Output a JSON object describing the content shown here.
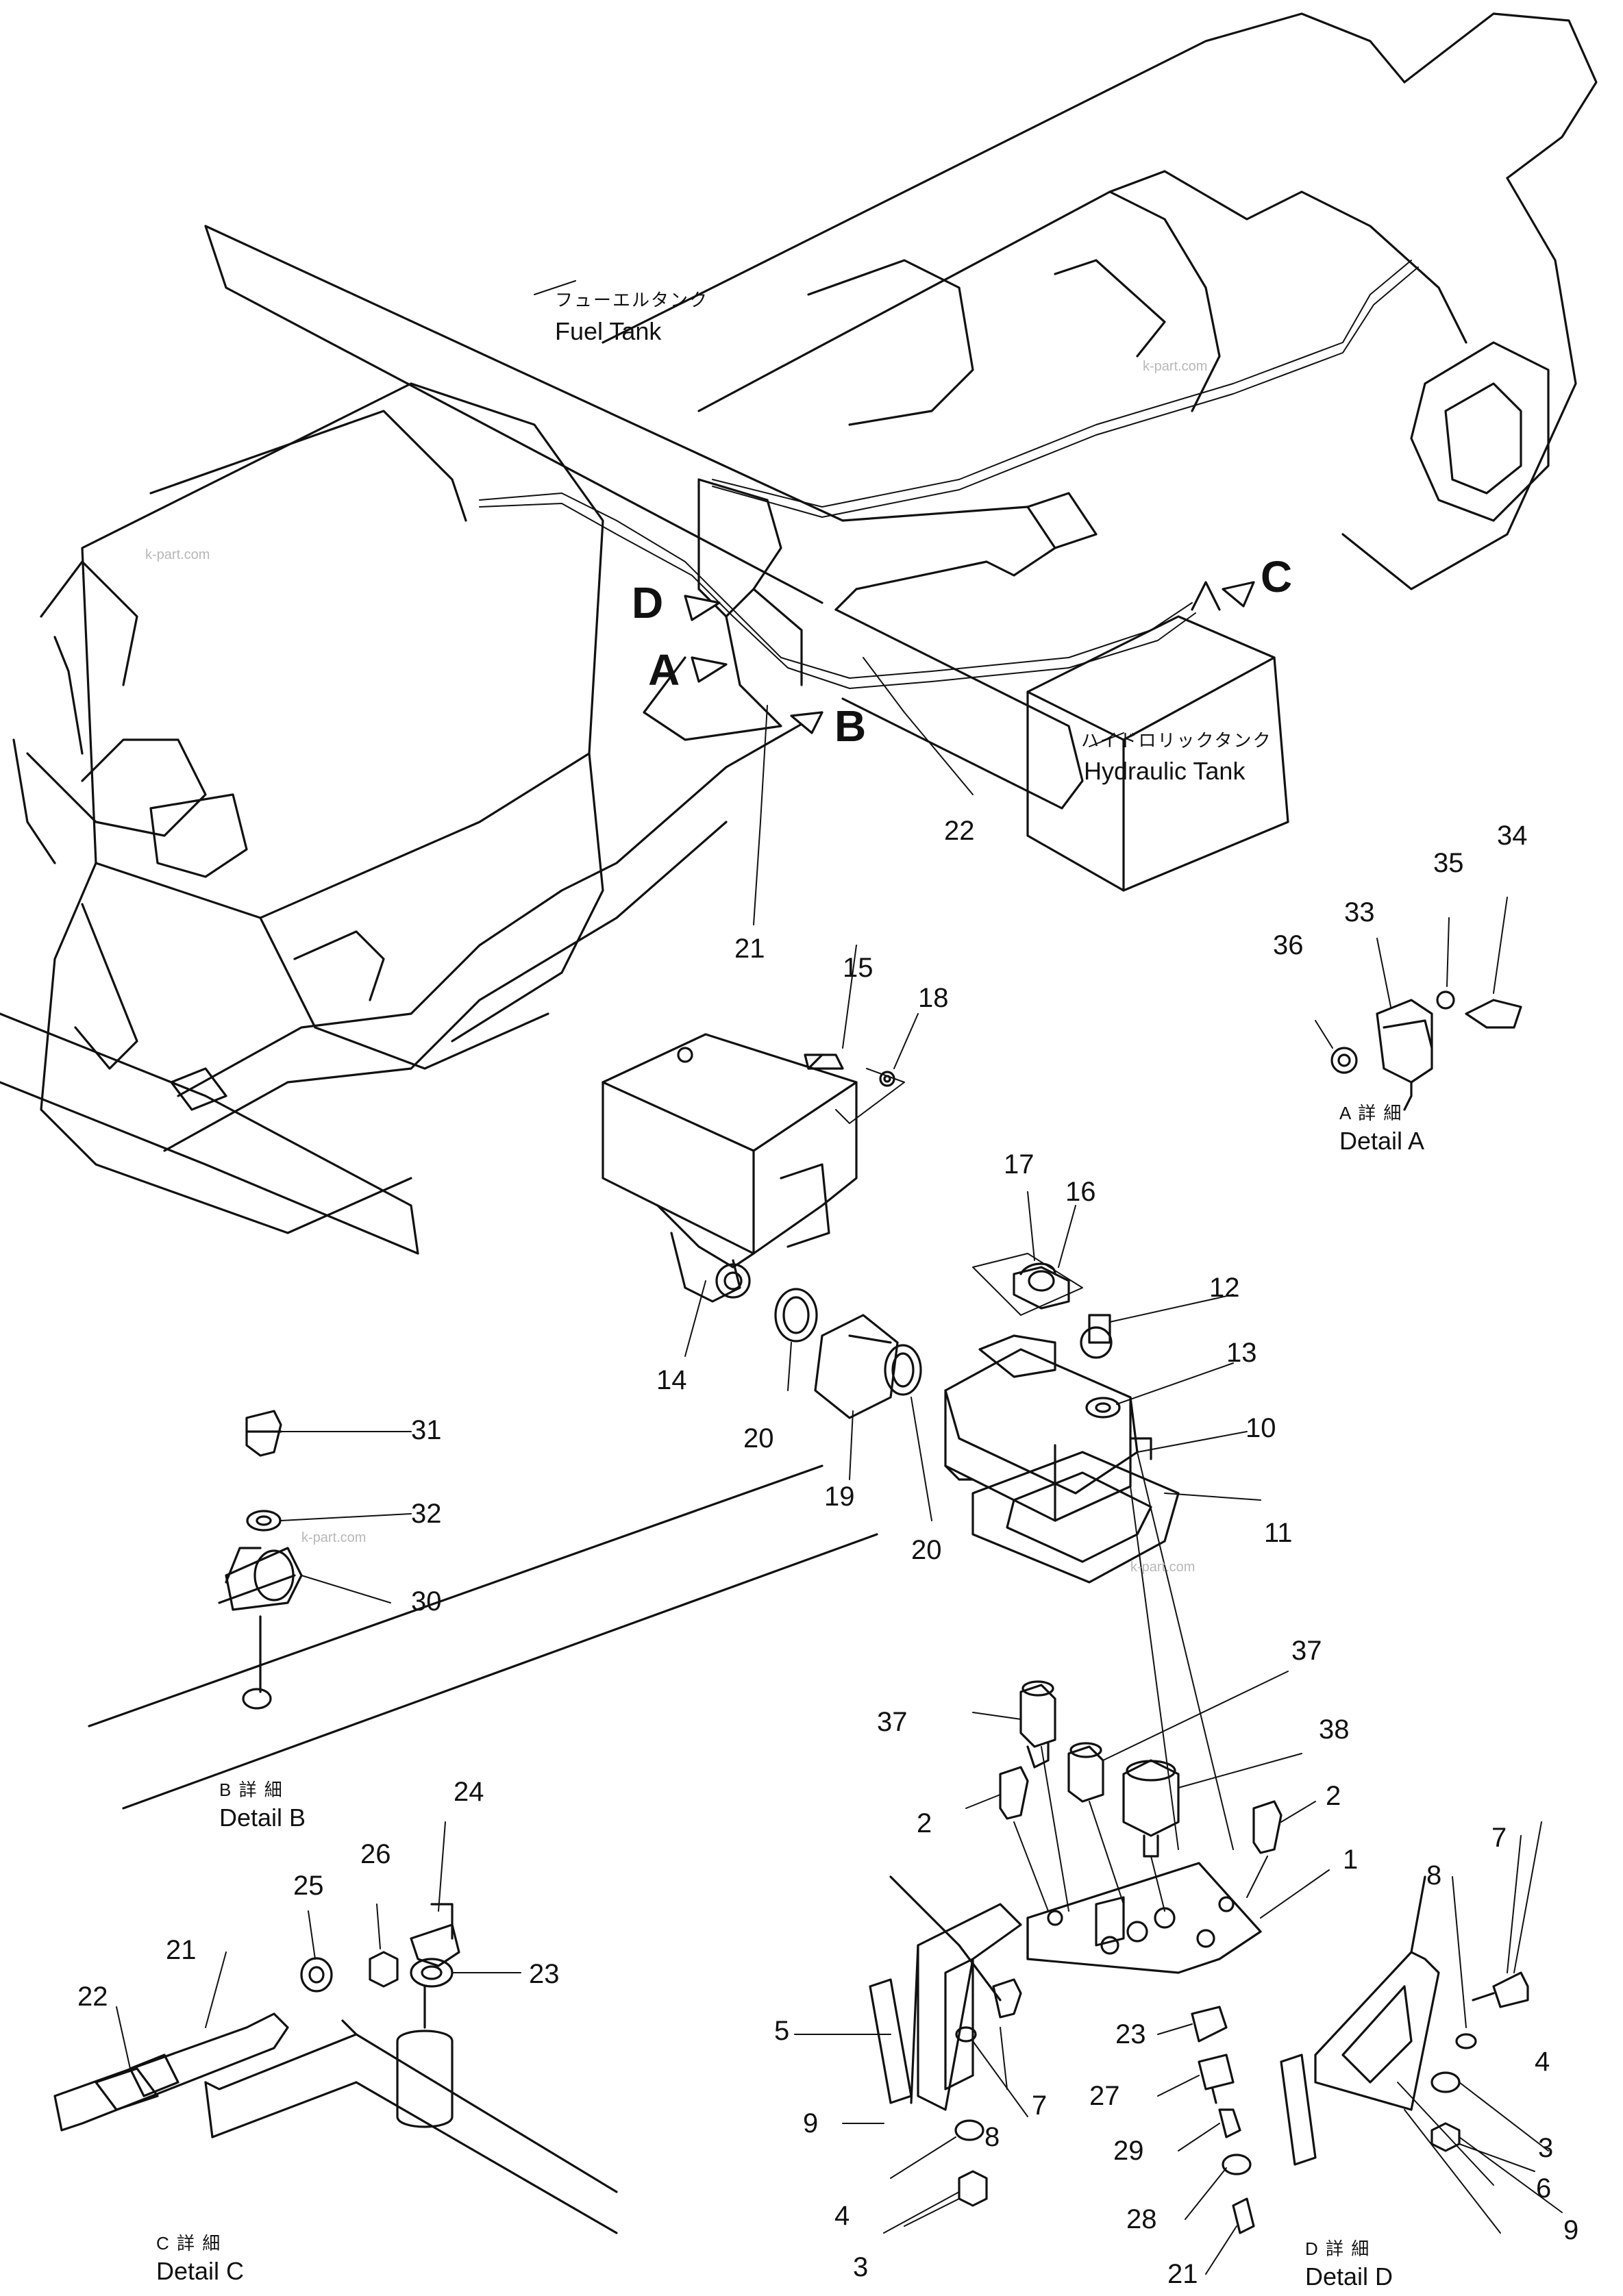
{
  "callouts": {
    "fuel_tank_jp": "フューエルタンク",
    "fuel_tank_en": "Fuel Tank",
    "hydraulic_tank_jp": "ハイドロリックタンク",
    "hydraulic_tank_en": "Hydraulic Tank"
  },
  "detail_markers": {
    "a": "A",
    "b": "B",
    "c": "C",
    "d": "D"
  },
  "details": {
    "a": {
      "jp": "A 詳 細",
      "en": "Detail A"
    },
    "b": {
      "jp": "B 詳 細",
      "en": "Detail B"
    },
    "c": {
      "jp": "C 詳 細",
      "en": "Detail C"
    },
    "d": {
      "jp": "D 詳 細",
      "en": "Detail D"
    }
  },
  "parts": {
    "p22_main": "22",
    "p21_main": "21",
    "p34": "34",
    "p35": "35",
    "p33": "33",
    "p36": "36",
    "p15": "15",
    "p18": "18",
    "p17": "17",
    "p16": "16",
    "p14": "14",
    "p20_left": "20",
    "p19": "19",
    "p20_right": "20",
    "p12": "12",
    "p13": "13",
    "p10": "10",
    "p11": "11",
    "p31": "31",
    "p32": "32",
    "p30": "30",
    "p37_right": "37",
    "p37_left": "37",
    "p38": "38",
    "p2_left": "2",
    "p2_right": "2",
    "p1": "1",
    "p24": "24",
    "p26": "26",
    "p25": "25",
    "p23_c": "23",
    "p21_c": "21",
    "p22_c": "22",
    "p7_right": "7",
    "p8_right": "8",
    "p4_right": "4",
    "p3_right": "3",
    "p6": "6",
    "p9_right": "9",
    "p5": "5",
    "p9_left": "9",
    "p7_left": "7",
    "p8_left": "8",
    "p4_left": "4",
    "p3_left": "3",
    "p23_d": "23",
    "p27": "27",
    "p29": "29",
    "p28": "28",
    "p21_d": "21"
  },
  "watermarks": [
    "k-part.com",
    "k-part.com",
    "k-part.com",
    "k-part.com"
  ]
}
